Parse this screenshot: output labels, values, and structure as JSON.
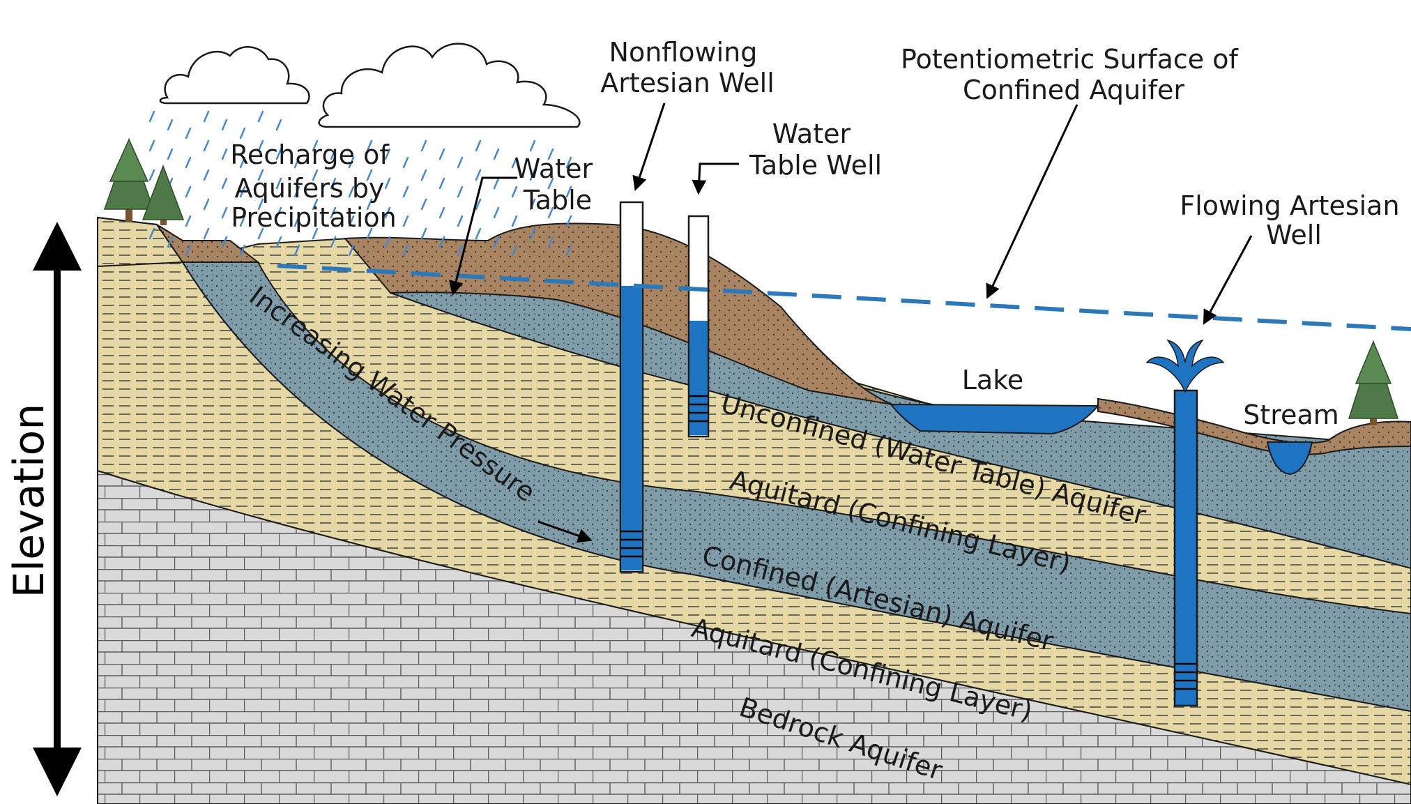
{
  "colors": {
    "sand": "#e6d8a4",
    "aquifer": "#7f9ca8",
    "soil": "#a98462",
    "bedrock": "#d9d9d9",
    "water": "#1f74c2",
    "potentiometric": "#2d78b9",
    "rain": "#4a88c8",
    "tree": "#4d7a46",
    "outline": "#1a1a1a"
  },
  "labels": {
    "recharge": [
      "Recharge of",
      "Aquifers by",
      "Precipitation"
    ],
    "water_table": [
      "Water",
      "Table"
    ],
    "nonflowing_well": [
      "Nonflowing",
      "Artesian Well"
    ],
    "water_table_well": [
      "Water",
      "Table Well"
    ],
    "potentiometric": [
      "Potentiometric Surface of",
      "Confined Aquifer"
    ],
    "flowing_well": [
      "Flowing Artesian",
      "Well"
    ],
    "lake": "Lake",
    "stream": "Stream",
    "increasing_pressure": "Increasing Water Pressure",
    "unconfined_aquifer": "Unconfined (Water Table) Aquifer",
    "aquitard_upper": "Aquitard (Confining Layer)",
    "confined_aquifer": "Confined (Artesian) Aquifer",
    "aquitard_lower": "Aquitard (Confining Layer)",
    "bedrock": "Bedrock Aquifer",
    "elevation": "Elevation"
  }
}
